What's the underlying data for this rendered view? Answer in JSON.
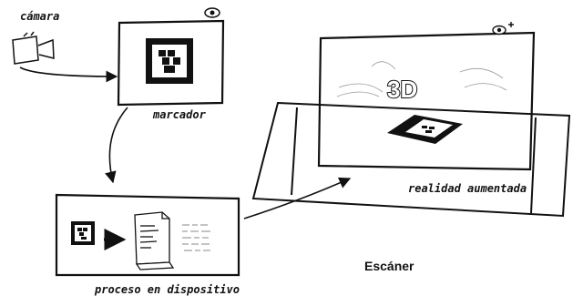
{
  "labels": {
    "camera": "cámara",
    "marker": "marcador",
    "process": "proceso en dispositivo",
    "augmented": "realidad aumentada",
    "scanner": "Escáner",
    "three_d": "3D"
  },
  "icons": {
    "camera": "camera-icon",
    "eye": "eye-icon",
    "eye_plus": "eye-plus-icon",
    "marker": "qr-marker-icon",
    "server": "server-icon",
    "code": "code-text-icon"
  },
  "colors": {
    "ink": "#111111",
    "paper": "#ffffff",
    "gray": "#888888"
  }
}
